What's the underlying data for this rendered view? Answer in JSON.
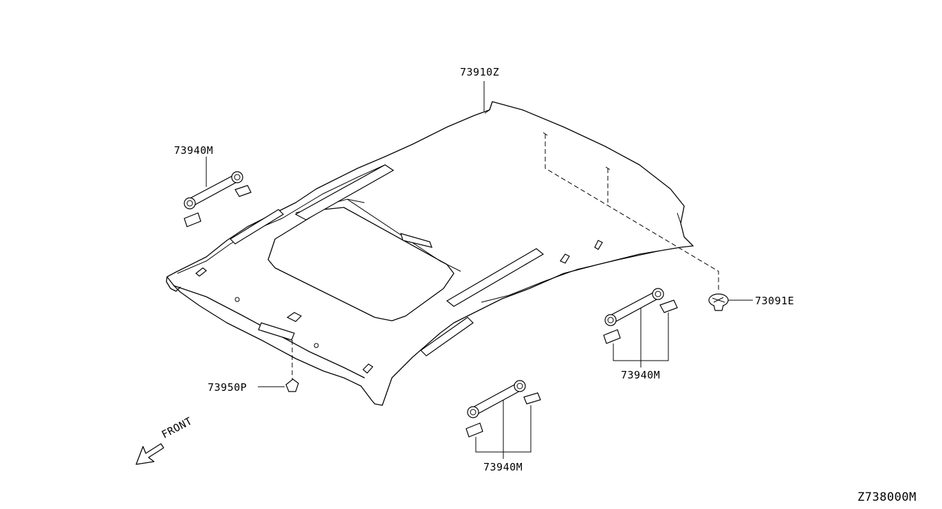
{
  "labels": {
    "headlining": "73910Z",
    "grip_left": "73940M",
    "grip_right_rear": "73940M",
    "grip_right_front": "73940M",
    "clip": "73091E",
    "sunvisor_holder": "73950P",
    "front_arrow": "FRONT",
    "diagram_code": "Z738000M"
  }
}
